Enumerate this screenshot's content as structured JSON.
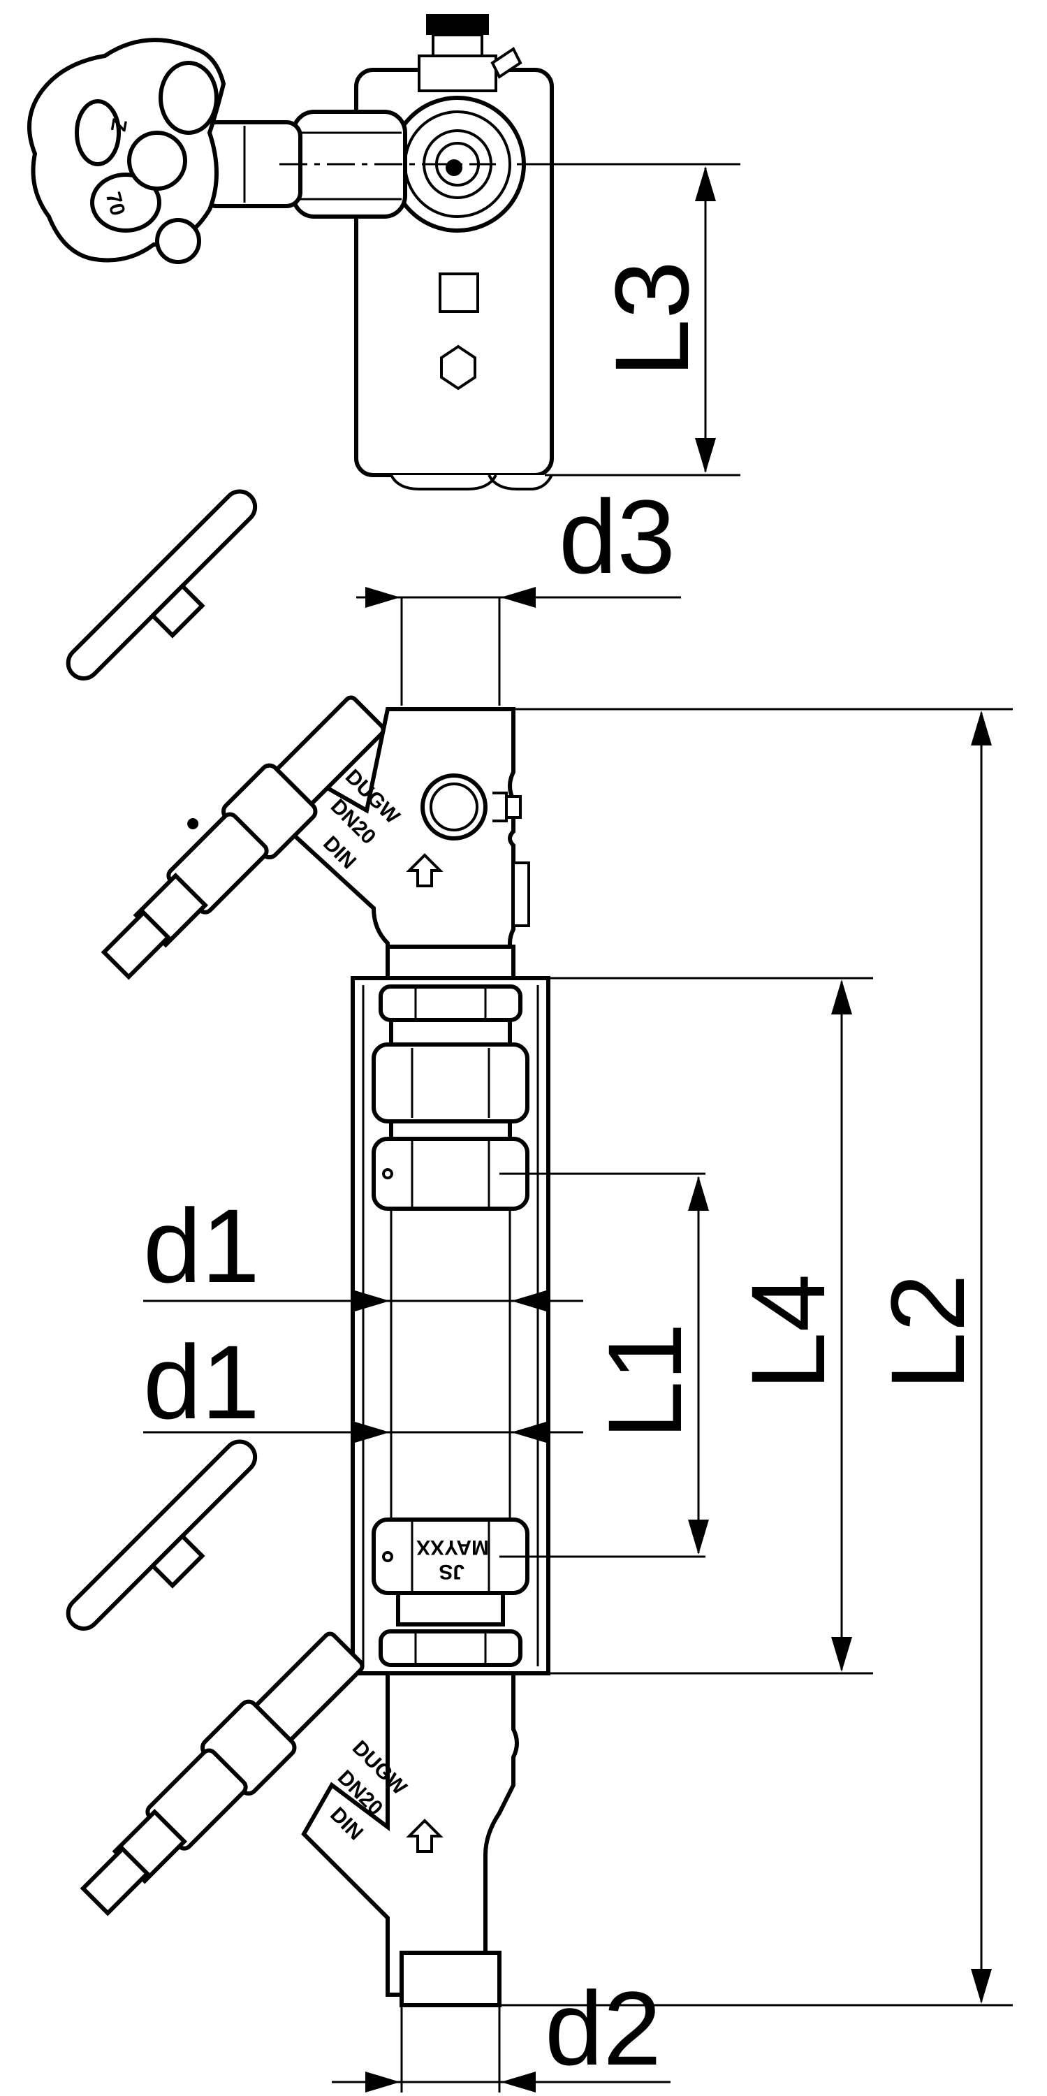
{
  "labels": {
    "L3": "L3",
    "d3": "d3",
    "L2": "L2",
    "L4": "L4",
    "L1": "L1",
    "d1_upper": "d1",
    "d1_lower": "d1",
    "d2": "d2"
  },
  "markings": {
    "upper_valve": [
      "DUGW",
      "DN20",
      "DIN"
    ],
    "lower_valve": [
      "DUGW",
      "DN20",
      "DIN"
    ],
    "meter_connector": [
      "MAYXX",
      "JS"
    ],
    "handwheel_top_view": [
      "Z",
      "70"
    ]
  },
  "colors": {
    "line": "#000000",
    "background": "#ffffff"
  }
}
